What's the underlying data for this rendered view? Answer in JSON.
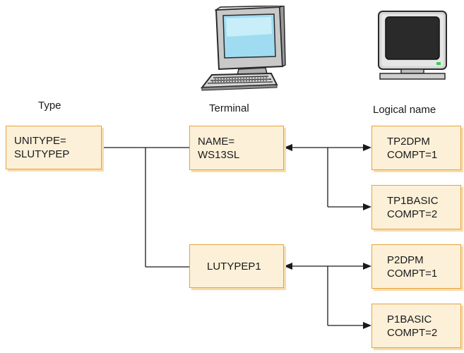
{
  "headers": {
    "type": "Type",
    "terminal": "Terminal",
    "logical_name": "Logical name"
  },
  "type_box": {
    "line1": "UNITYPE=",
    "line2": "SLUTYPEP"
  },
  "terminal_boxes": [
    {
      "line1": "NAME=",
      "line2": "WS13SL"
    },
    {
      "line1": "LUTYPEP1"
    }
  ],
  "logical_boxes": [
    {
      "line1": "TP2DPM",
      "line2": "COMPT=1"
    },
    {
      "line1": "TP1BASIC",
      "line2": "COMPT=2"
    },
    {
      "line1": "P2DPM",
      "line2": "COMPT=1"
    },
    {
      "line1": "P1BASIC",
      "line2": "COMPT=2"
    }
  ],
  "icons": {
    "terminal": "desktop-computer-with-keyboard-icon",
    "logical_name": "monitor-icon"
  },
  "colors": {
    "box_fill": "#fdf0d8",
    "box_border": "#e6a33c",
    "connector": "#1a1a1a"
  }
}
